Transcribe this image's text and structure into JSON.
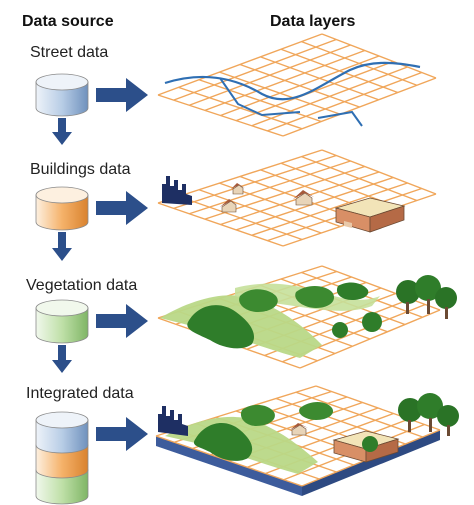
{
  "headers": {
    "source": "Data source",
    "layers": "Data layers"
  },
  "sources": [
    {
      "label": "Street data",
      "color": "#8fb2d6"
    },
    {
      "label": "Buildings data",
      "color": "#f0a04a"
    },
    {
      "label": "Vegetation data",
      "color": "#9fcf86"
    },
    {
      "label": "Integrated data",
      "colors": [
        "#8fb2d6",
        "#f0a04a",
        "#9fcf86"
      ]
    }
  ],
  "colors": {
    "grid": "#f0a65a",
    "arrow": "#2c4f8a",
    "street": "#2f6fb3",
    "building_roof": "#a6593a",
    "vegetation_dark": "#2f7d2a",
    "vegetation_light": "#b9d887",
    "base_blue": "#3d5c9c"
  }
}
